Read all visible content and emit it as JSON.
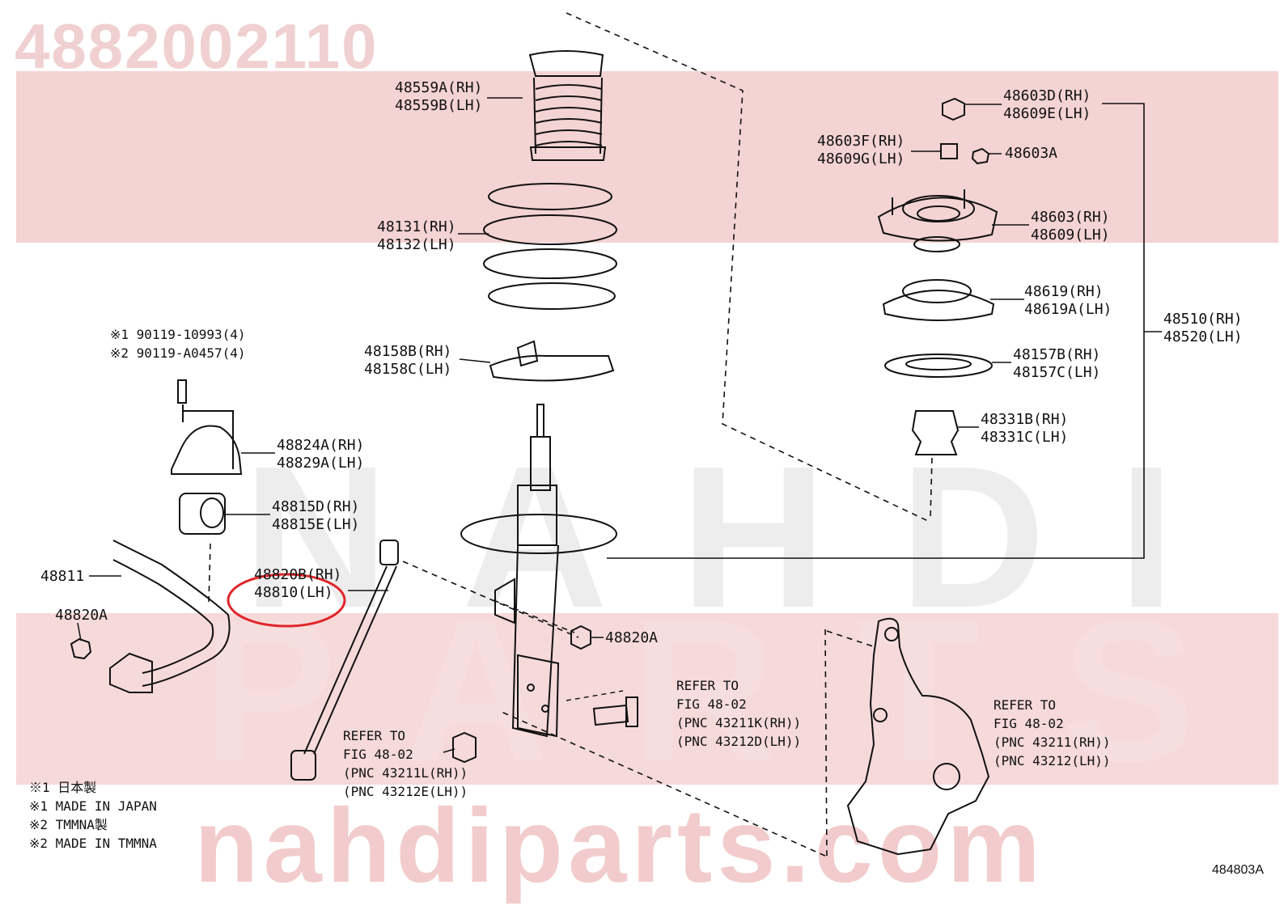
{
  "header": {
    "part_number": "4882002110"
  },
  "watermarks": {
    "latin_top": "NAHDI",
    "latin_bottom": "PARTS",
    "url": "nahdiparts.com"
  },
  "colors": {
    "watermark_band": "#f4d3d3",
    "highlight_circle": "#e0262a",
    "line": "#111111"
  },
  "labels": {
    "p48559": [
      "48559A(RH)",
      "48559B(LH)"
    ],
    "p48131": [
      "48131(RH)",
      "48132(LH)"
    ],
    "p48158": [
      "48158B(RH)",
      "48158C(LH)"
    ],
    "p48603D": [
      "48603D(RH)",
      "48609E(LH)"
    ],
    "p48603F": [
      "48603F(RH)",
      "48609G(LH)"
    ],
    "p48603A": "48603A",
    "p48603": [
      "48603(RH)",
      "48609(LH)"
    ],
    "p48619": [
      "48619(RH)",
      "48619A(LH)"
    ],
    "p48157": [
      "48157B(RH)",
      "48157C(LH)"
    ],
    "p48331": [
      "48331B(RH)",
      "48331C(LH)"
    ],
    "p48510": [
      "48510(RH)",
      "48520(LH)"
    ],
    "bolt_notes": [
      "※1 90119-10993(4)",
      "※2 90119-A0457(4)"
    ],
    "p48824": [
      "48824A(RH)",
      "48829A(LH)"
    ],
    "p48815": [
      "48815D(RH)",
      "48815E(LH)"
    ],
    "p48811": "48811",
    "p48820A_left": "48820A",
    "p48820B": [
      "48820B(RH)",
      "48810(LH)"
    ],
    "p48820A_right": "48820A",
    "ref_mid": [
      "REFER TO",
      "FIG 48-02",
      "(PNC 43211K(RH))",
      "(PNC 43212D(LH))"
    ],
    "ref_bottom": [
      "REFER TO",
      "FIG 48-02",
      "(PNC 43211L(RH))",
      "(PNC 43212E(LH))"
    ],
    "ref_right": [
      "REFER TO",
      "FIG 48-02",
      "(PNC 43211(RH))",
      "(PNC 43212(LH))"
    ]
  },
  "footnotes": [
    "※1 日本製",
    "※1 MADE IN JAPAN",
    "※2 TMMNA製",
    "※2 MADE IN TMMNA"
  ],
  "figure_id": "484803A"
}
